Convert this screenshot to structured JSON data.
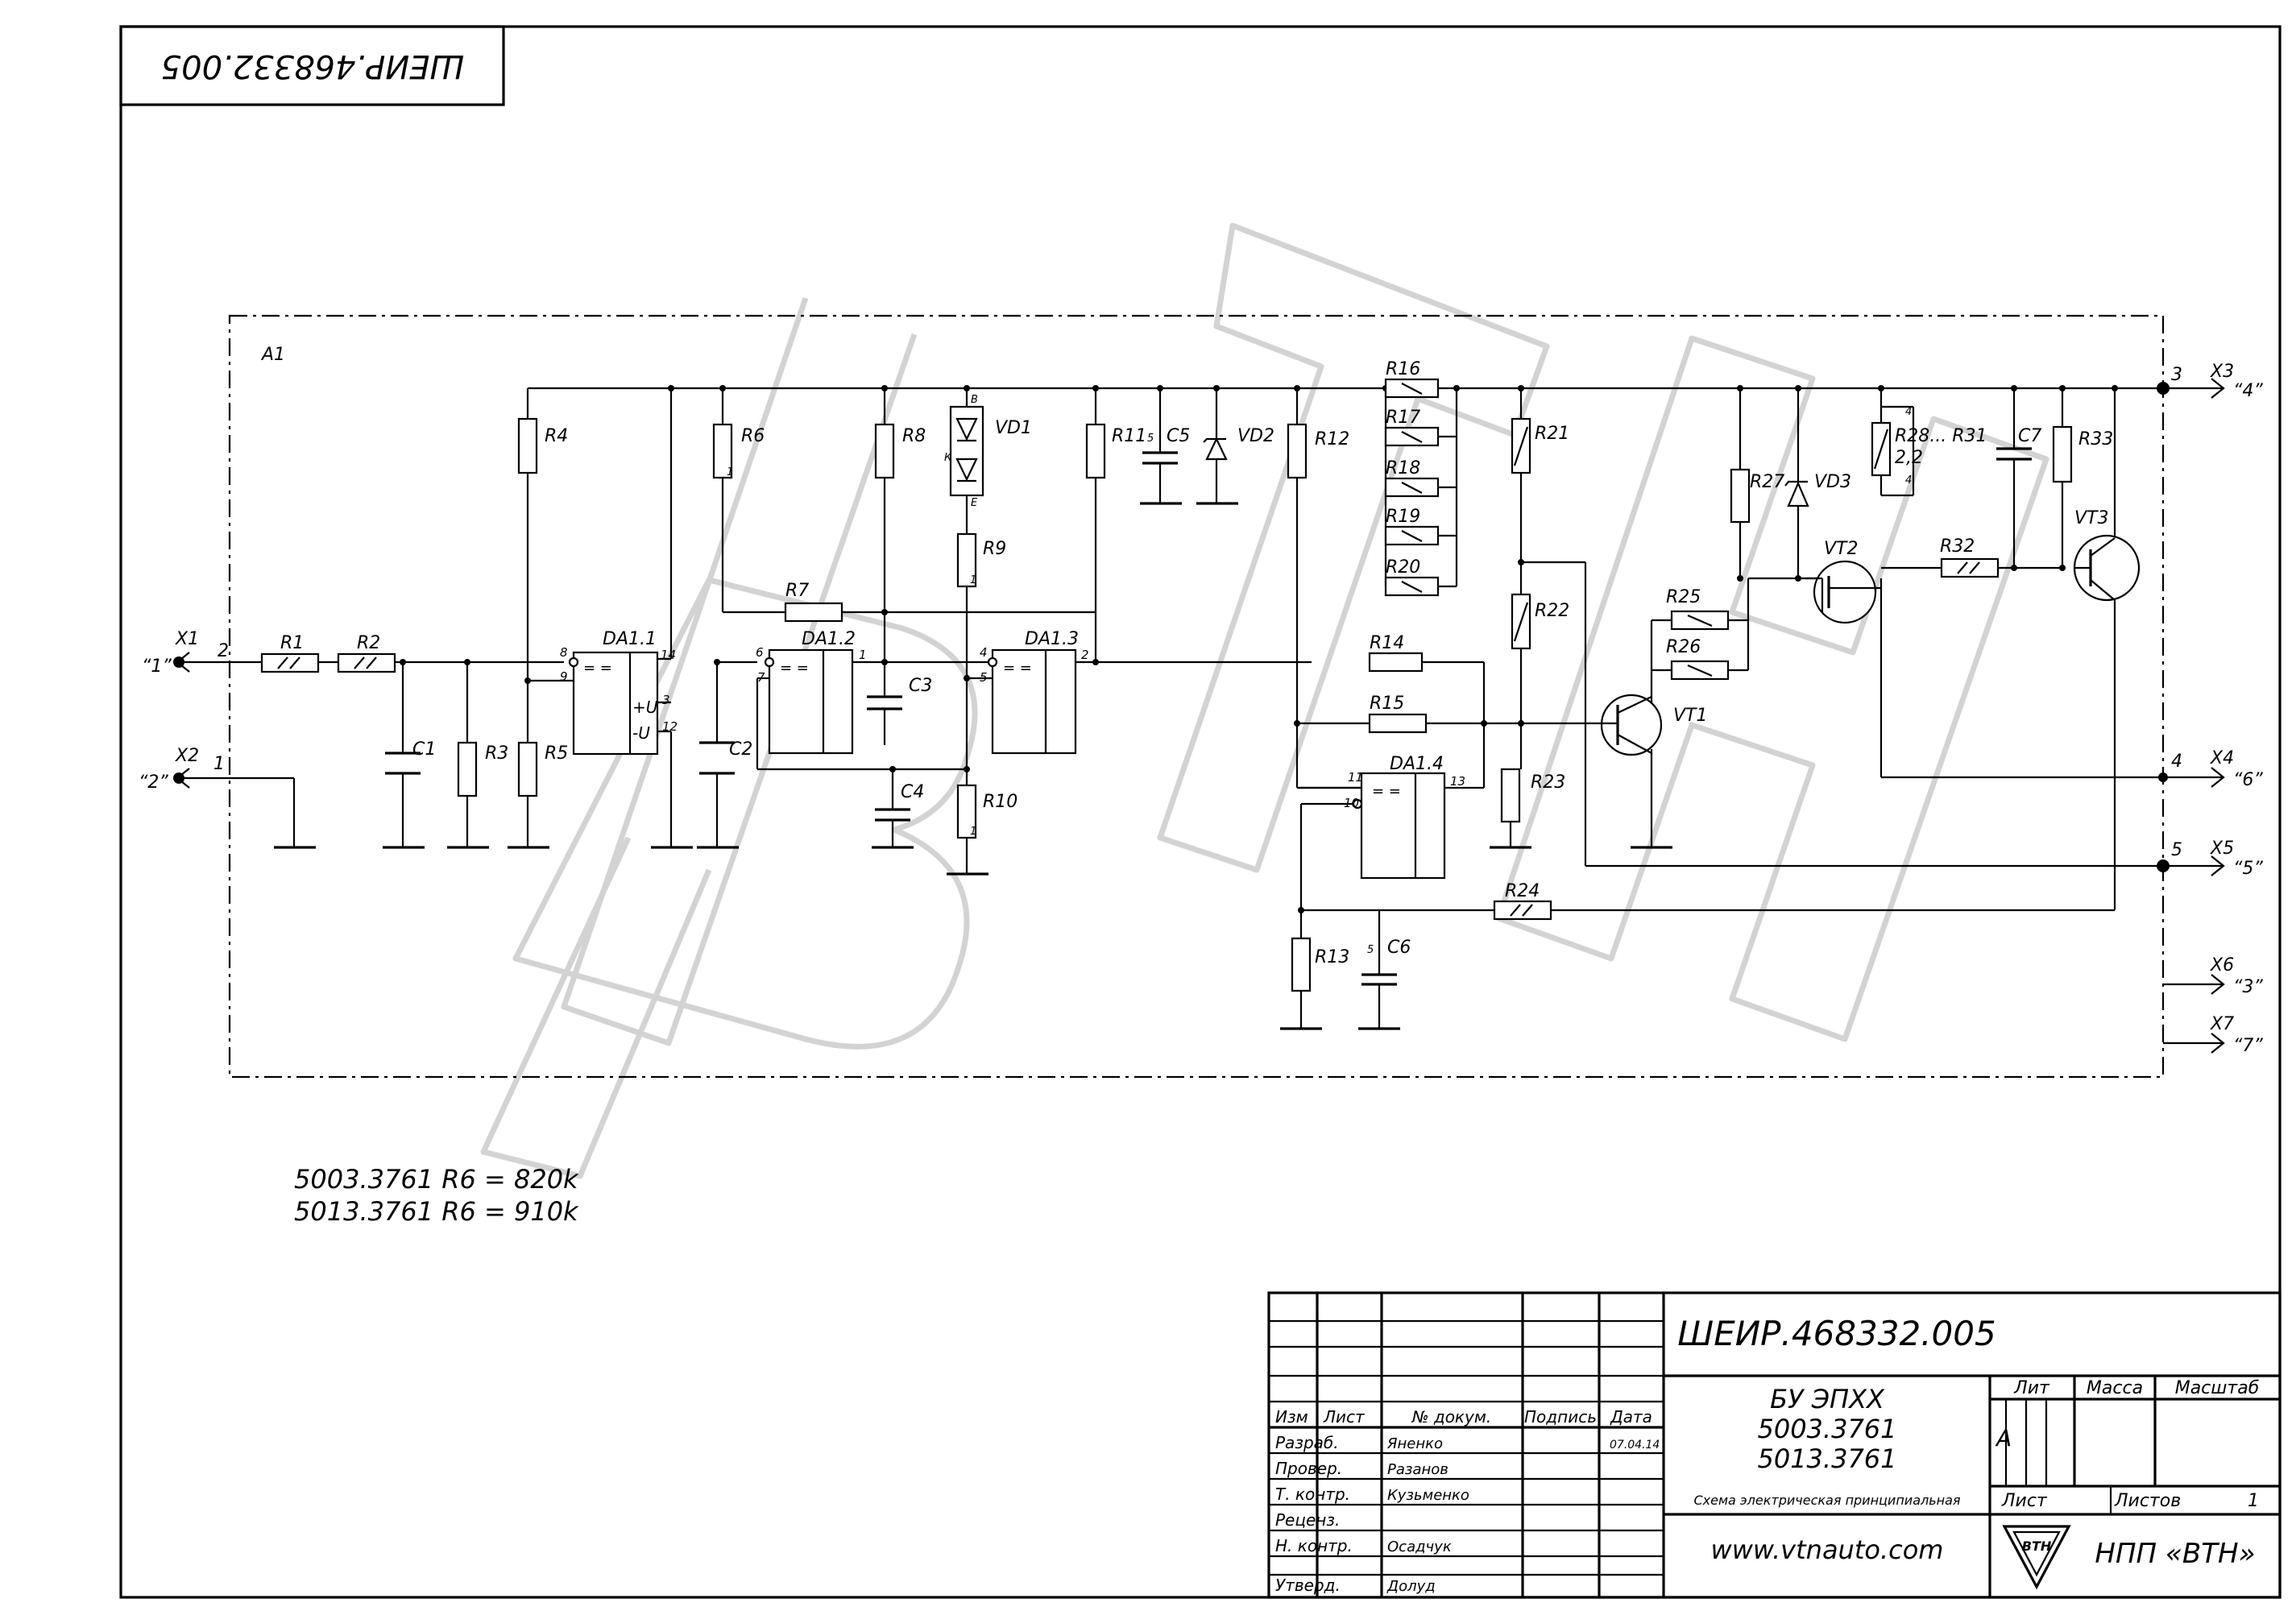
{
  "stamp_code": "ШЕИР.468332.005",
  "block_label": "А1",
  "watermark": "«ВТН»",
  "connectors": {
    "x1": {
      "name": "X1",
      "pin": "2",
      "signal": "“1”"
    },
    "x2": {
      "name": "X2",
      "pin": "1",
      "signal": "“2”"
    },
    "x3": {
      "name": "X3",
      "pin": "3",
      "signal": "“4”"
    },
    "x4": {
      "name": "X4",
      "pin": "4",
      "signal": "“6”"
    },
    "x5": {
      "name": "X5",
      "pin": "5",
      "signal": "“5”"
    },
    "x6": {
      "name": "X6",
      "signal": "“3”"
    },
    "x7": {
      "name": "X7",
      "signal": "“7”"
    }
  },
  "components": {
    "r1": "R1",
    "r2": "R2",
    "r3": "R3",
    "r4": "R4",
    "r5": "R5",
    "r6": "R6",
    "r7": "R7",
    "r8": "R8",
    "r9": "R9",
    "r10": "R10",
    "r11": "R11",
    "r12": "R12",
    "r13": "R13",
    "r14": "R14",
    "r15": "R15",
    "r16": "R16",
    "r17": "R17",
    "r18": "R18",
    "r19": "R19",
    "r20": "R20",
    "r21": "R21",
    "r22": "R22",
    "r23": "R23",
    "r24": "R24",
    "r25": "R25",
    "r26": "R26",
    "r27": "R27",
    "r28_31": "R28... R31",
    "r28_value": "2,2",
    "r32": "R32",
    "r33": "R33",
    "c1": "C1",
    "c2": "C2",
    "c3": "C3",
    "c4": "C4",
    "c5": "C5",
    "c6": "C6",
    "c7": "C7",
    "vd1": "VD1",
    "vd2": "VD2",
    "vd3": "VD3",
    "vt1": "VT1",
    "vt2": "VT2",
    "vt3": "VT3",
    "da11": "DA1.1",
    "da12": "DA1.2",
    "da13": "DA1.3",
    "da14": "DA1.4",
    "plus_u": "+U",
    "minus_u": "-U",
    "cmp_sym": "= ="
  },
  "pins": {
    "p8": "8",
    "p9": "9",
    "p14": "14",
    "p3": "3",
    "p12": "12",
    "p6": "6",
    "p7": "7",
    "p1": "1",
    "p4": "4",
    "p5": "5",
    "p2": "2",
    "p11": "11",
    "p10": "10",
    "p13": "13",
    "vd_b": "В",
    "vd_k": "К",
    "vd_e": "Е",
    "r6_1": "1",
    "r9_1": "1",
    "r10_1": "1",
    "c5_5": "5",
    "c6_5": "5",
    "r28_4a": "4",
    "r28_4b": "4"
  },
  "notes": [
    "5003.3761   R6  =  820k",
    "5013.3761   R6  =  910k"
  ],
  "title_block": {
    "doc_code": "ШЕИР.468332.005",
    "product_name": [
      "БУ ЭПХХ",
      "5003.3761",
      "5013.3761"
    ],
    "doc_title": "Схема электрическая принципиальная",
    "website": "www.vtnauto.com",
    "company": "НПП «ВТН»",
    "logo_text": "ВТН",
    "col_headers": {
      "izm": "Изм",
      "list": "Лист",
      "doc_no": "№ докум.",
      "sign": "Подпись",
      "date": "Дата"
    },
    "lit": "Лит",
    "mass": "Масса",
    "scale": "Масштаб",
    "lit_value": "А",
    "sheet": "Лист",
    "sheets": "Листов",
    "sheets_value": "1",
    "rows": [
      {
        "role": "Разраб.",
        "name": "Яненко",
        "date": "07.04.14"
      },
      {
        "role": "Провер.",
        "name": "Разанов",
        "date": ""
      },
      {
        "role": "Т. контр.",
        "name": "Кузьменко",
        "date": ""
      },
      {
        "role": "Реценз.",
        "name": "",
        "date": ""
      },
      {
        "role": "Н. контр.",
        "name": "Осадчук",
        "date": ""
      },
      {
        "role": "Утверд.",
        "name": "Долуд",
        "date": ""
      }
    ]
  }
}
